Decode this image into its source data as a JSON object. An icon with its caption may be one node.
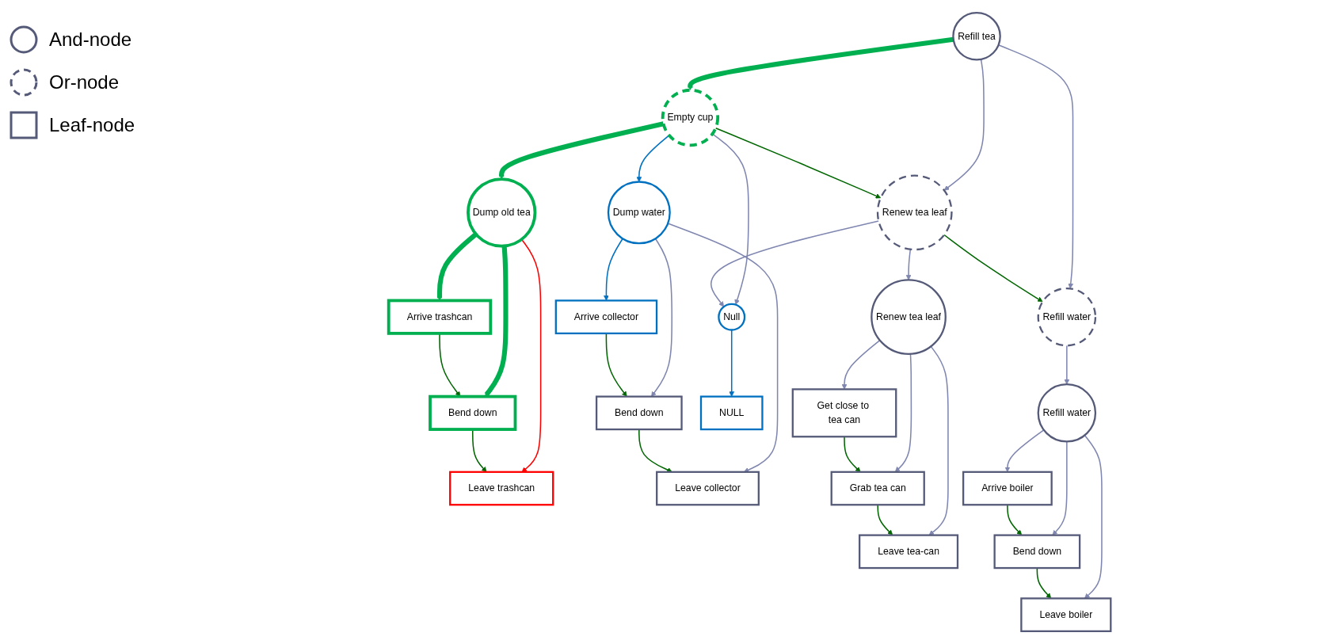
{
  "diagram": {
    "nodes": [
      {
        "text": [
          "Refill tea"
        ]
      },
      {
        "text": [
          "Empty cup"
        ]
      },
      {
        "text": [
          "Renew tea leaf"
        ]
      },
      {
        "text": [
          "Refill water"
        ]
      },
      {
        "text": [
          "Dump old tea"
        ]
      },
      {
        "text": [
          "Dump water"
        ]
      },
      {
        "text": [
          "Null"
        ]
      },
      {
        "text": [
          "Renew tea leaf"
        ]
      },
      {
        "text": [
          "Refill water"
        ]
      },
      {
        "text": [
          "Arrive trashcan"
        ]
      },
      {
        "text": [
          "Bend down"
        ]
      },
      {
        "text": [
          "Leave trashcan"
        ]
      },
      {
        "text": [
          "Arrive collector"
        ]
      },
      {
        "text": [
          "Bend down"
        ]
      },
      {
        "text": [
          "Leave collector"
        ]
      },
      {
        "text": [
          "NULL"
        ]
      },
      {
        "text": [
          "Get close to tea can"
        ]
      },
      {
        "text": [
          "Grab tea can"
        ]
      },
      {
        "text": [
          "Leave tea-can"
        ]
      },
      {
        "text": [
          "Arrive boiler"
        ]
      },
      {
        "text": [
          "Bend down"
        ]
      },
      {
        "text": [
          "Leave boiler"
        ]
      }
    ],
    "edges": [
      {
        "from": 0,
        "to": 1,
        "arrow": "to",
        "style": "thick",
        "color": "#00b050"
      },
      {
        "from": 0,
        "to": 2,
        "arrow": "to"
      },
      {
        "from": 0,
        "to": 3,
        "arrow": "to"
      },
      {
        "from": 1,
        "to": 2,
        "arrow": "to",
        "color": "#006600"
      },
      {
        "from": 2,
        "to": 3,
        "arrow": "to",
        "color": "#006600"
      },
      {
        "from": 1,
        "to": 4,
        "arrow": "to",
        "style": "thick",
        "color": "#00b050"
      },
      {
        "from": 1,
        "to": 5,
        "arrow": "to",
        "color": "#0070c0"
      },
      {
        "from": 1,
        "to": 6,
        "arrow": "to"
      },
      {
        "from": 2,
        "to": 6,
        "arrow": "to"
      },
      {
        "from": 2,
        "to": 7,
        "arrow": "to"
      },
      {
        "from": 3,
        "to": 8,
        "arrow": "to"
      },
      {
        "from": 4,
        "to": 9,
        "arrow": "to",
        "style": "thick",
        "color": "#00b050"
      },
      {
        "from": 4,
        "to": 10,
        "arrow": "to",
        "style": "thick",
        "color": "#00b050"
      },
      {
        "from": 4,
        "to": 11,
        "arrow": "to",
        "color": "#ff0000"
      },
      {
        "from": 5,
        "to": 12,
        "arrow": "to",
        "color": "#0070c0"
      },
      {
        "from": 5,
        "to": 13,
        "arrow": "to"
      },
      {
        "from": 5,
        "to": 14,
        "arrow": "to"
      },
      {
        "from": 6,
        "to": 15,
        "arrow": "to",
        "color": "#0070c0"
      },
      {
        "from": 7,
        "to": 16,
        "arrow": "to"
      },
      {
        "from": 7,
        "to": 17,
        "arrow": "to"
      },
      {
        "from": 7,
        "to": 18,
        "arrow": "to"
      },
      {
        "from": 8,
        "to": 19,
        "arrow": "to"
      },
      {
        "from": 8,
        "to": 20,
        "arrow": "to"
      },
      {
        "from": 8,
        "to": 21,
        "arrow": "to"
      },
      {
        "from": 9,
        "to": 10,
        "arrow": "to",
        "color": "#006600"
      },
      {
        "from": 10,
        "to": 11,
        "arrow": "to",
        "color": "#006600"
      },
      {
        "from": 12,
        "to": 13,
        "arrow": "to",
        "color": "#006600"
      },
      {
        "from": 13,
        "to": 14,
        "arrow": "to",
        "color": "#006600"
      },
      {
        "from": 16,
        "to": 17,
        "arrow": "to",
        "color": "#006600"
      },
      {
        "from": 17,
        "to": 18,
        "arrow": "to",
        "color": "#006600"
      },
      {
        "from": 19,
        "to": 20,
        "arrow": "to",
        "color": "#006600"
      },
      {
        "from": 20,
        "to": 21,
        "arrow": "to",
        "color": "#006600"
      }
    ],
    "legend": [
      {
        "text": "And-node"
      },
      {
        "text": "Or-node"
      },
      {
        "text": "Leaf-node"
      }
    ]
  }
}
